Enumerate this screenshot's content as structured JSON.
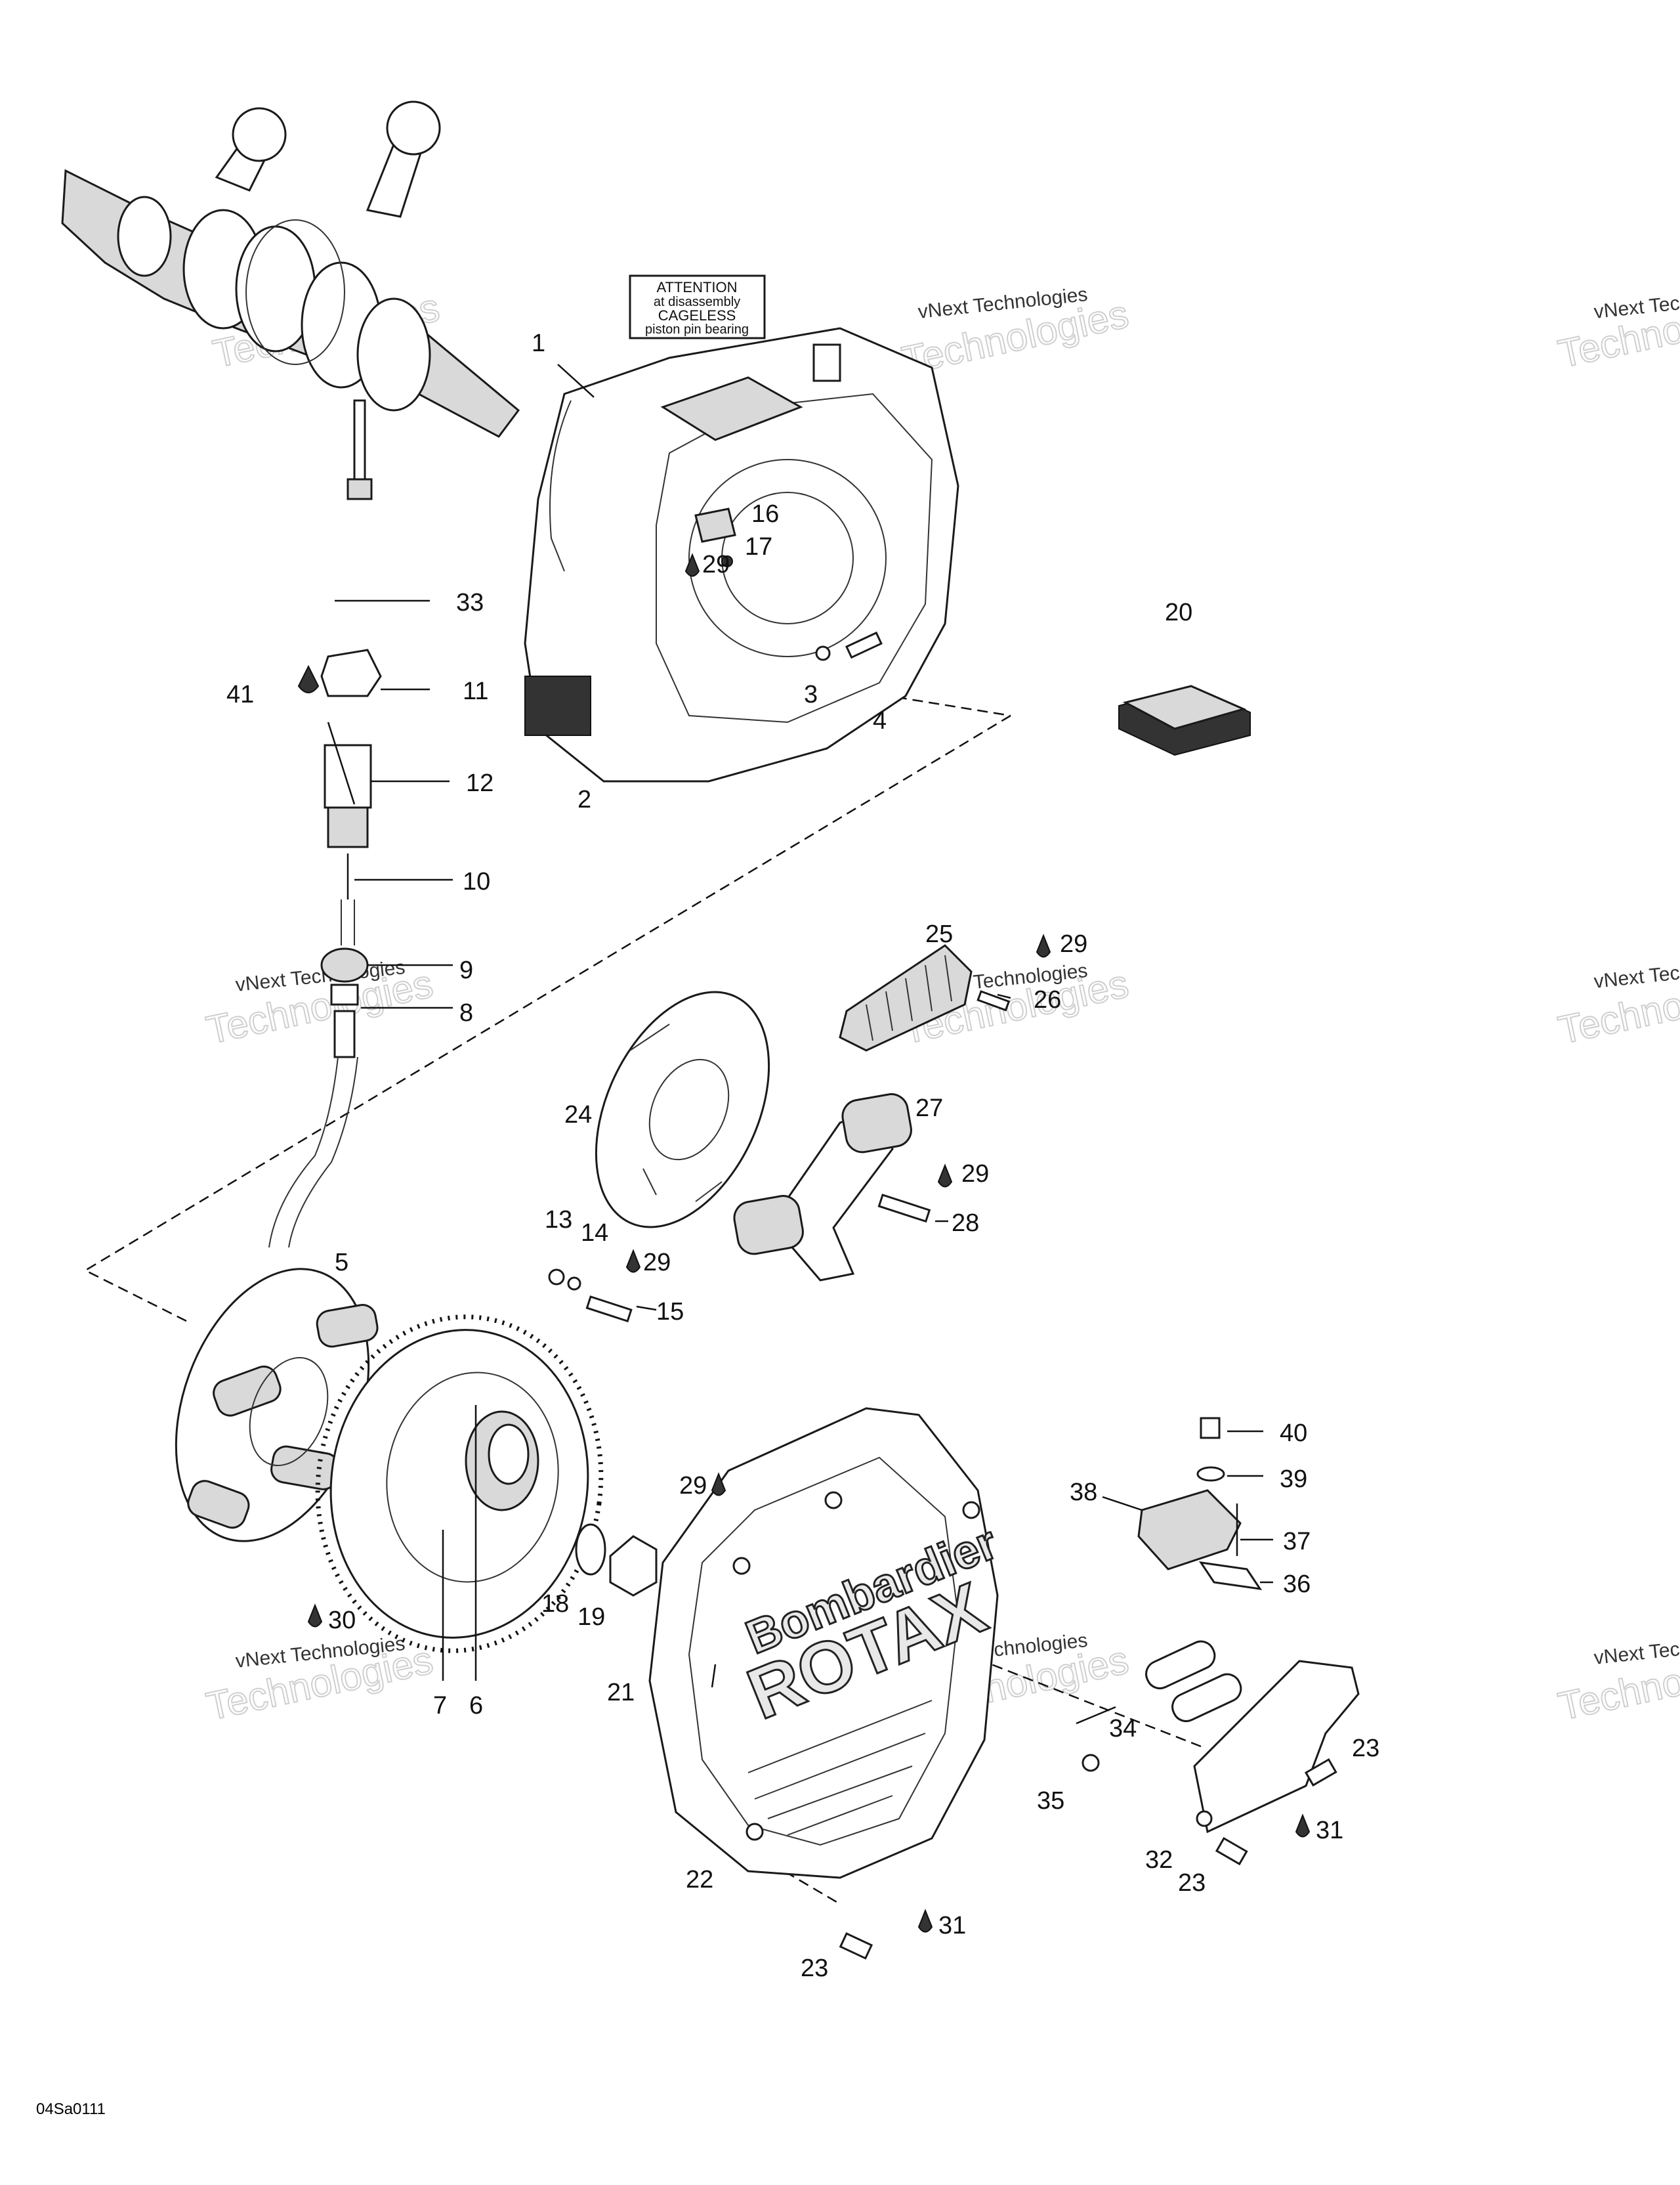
{
  "diagram_code": "04Sa0111",
  "watermark": {
    "company": "vNext Technologies",
    "big_word": "Technologies",
    "small_word": "vNext"
  },
  "warning_label": {
    "line1": "ATTENTION",
    "line2": "at disassembly",
    "line3": "CAGELESS",
    "line4": "piston pin bearing"
  },
  "cover_brand": {
    "line1": "Bombardier",
    "line2": "ROTAX"
  },
  "callouts": {
    "c1": "1",
    "c2": "2",
    "c3": "3",
    "c4": "4",
    "c5": "5",
    "c6": "6",
    "c7": "7",
    "c8": "8",
    "c9": "9",
    "c10": "10",
    "c11": "11",
    "c12": "12",
    "c13": "13",
    "c14": "14",
    "c15": "15",
    "c16": "16",
    "c17": "17",
    "c18": "18",
    "c19": "19",
    "c20": "20",
    "c21": "21",
    "c22": "22",
    "c23a": "23",
    "c23b": "23",
    "c23c": "23",
    "c24": "24",
    "c25": "25",
    "c26": "26",
    "c27": "27",
    "c28": "28",
    "c29a": "29",
    "c29b": "29",
    "c29c": "29",
    "c29d": "29",
    "c29e": "29",
    "c30": "30",
    "c31a": "31",
    "c31b": "31",
    "c32": "32",
    "c33": "33",
    "c34": "34",
    "c35": "35",
    "c36": "36",
    "c37": "37",
    "c38": "38",
    "c39": "39",
    "c40": "40",
    "c41": "41"
  }
}
